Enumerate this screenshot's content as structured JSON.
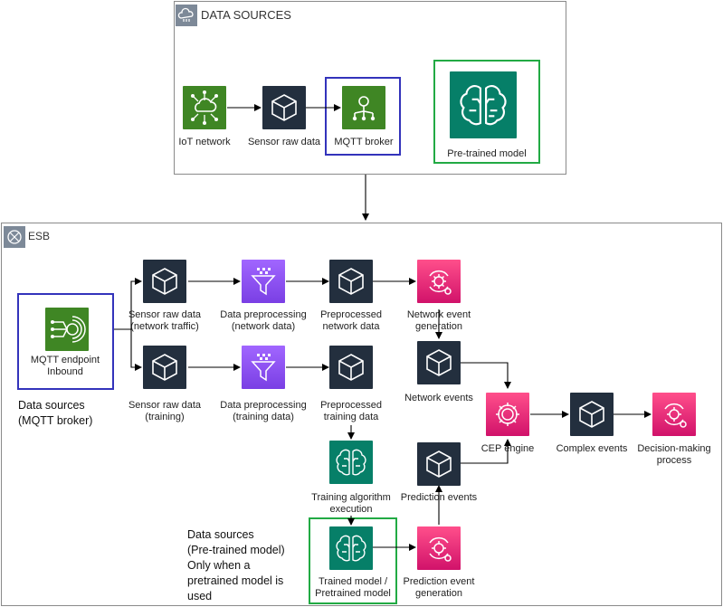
{
  "groups": {
    "data_sources": {
      "title": "DATA SOURCES"
    },
    "esb": {
      "title": "ESB"
    }
  },
  "nodes": {
    "iot_network": "IoT network",
    "sensor_raw": "Sensor raw data",
    "mqtt_broker": "MQTT broker",
    "pretrained_model": "Pre-trained model",
    "mqtt_endpoint": [
      "MQTT endpoint",
      "Inbound"
    ],
    "sensor_raw_net": [
      "Sensor raw data",
      "(network traffic)"
    ],
    "sensor_raw_train": [
      "Sensor raw data",
      "(training)"
    ],
    "preproc_net": [
      "Data preprocessing",
      "(network data)"
    ],
    "preproc_train": [
      "Data preprocessing",
      "(training data)"
    ],
    "preprocessed_net": [
      "Preprocessed",
      "network data"
    ],
    "preprocessed_train": [
      "Preprocessed",
      "training data"
    ],
    "net_event_gen": [
      "Network event",
      "generation"
    ],
    "network_events": "Network events",
    "cep_engine": "CEP engine",
    "complex_events": "Complex events",
    "decision_making": [
      "Decision-making",
      "process"
    ],
    "prediction_events": "Prediction events",
    "training_algo": [
      "Training algorithm",
      "execution"
    ],
    "trained_model": [
      "Trained model /",
      "Pretrained model"
    ],
    "prediction_event_gen": [
      "Prediction event",
      "generation"
    ]
  },
  "notes": {
    "mqtt": [
      "Data sources",
      "(MQTT broker)"
    ],
    "pretrained": [
      "Data sources",
      "(Pre-trained model)",
      "Only when a",
      "pretrained model is",
      "used"
    ]
  },
  "colors": {
    "green_tile": "#3f8624",
    "dark_tile": "#232f3e",
    "purple_tile": "#8c4fff",
    "pink_tile": "#e7157b",
    "teal_tile": "#067f68",
    "highlight_blue": "#3333bb",
    "highlight_green": "#22aa44"
  }
}
